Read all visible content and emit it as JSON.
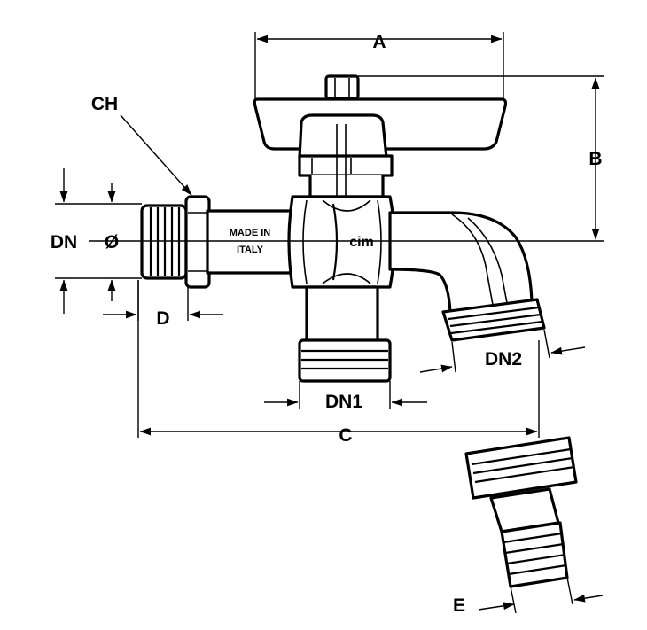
{
  "diagram": {
    "labels": {
      "a": "A",
      "b": "B",
      "c": "C",
      "d": "D",
      "e": "E",
      "ch": "CH",
      "dn": "DN",
      "dn1": "DN1",
      "dn2": "DN2",
      "diameter": "Ø"
    },
    "body_marking": {
      "line1": "MADE IN",
      "line2": "ITALY",
      "logo": "cim"
    }
  }
}
